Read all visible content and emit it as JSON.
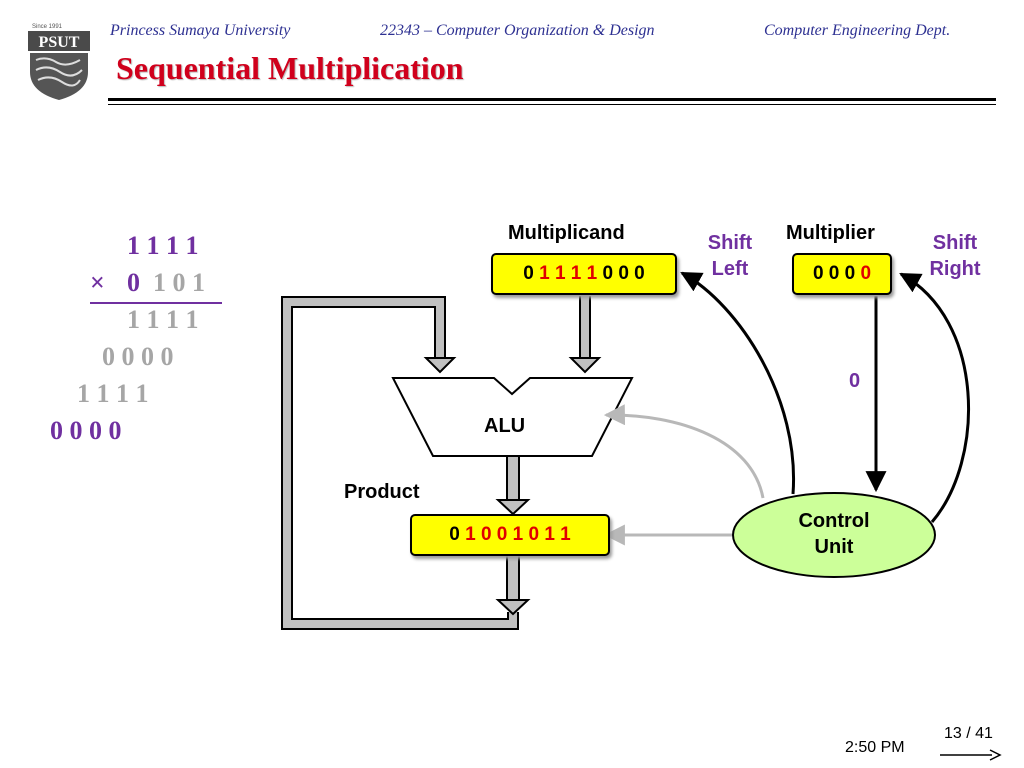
{
  "header": {
    "university": "Princess Sumaya University",
    "course": "22343 – Computer Organization & Design",
    "department": "Computer Engineering Dept.",
    "logo_text": "PSUT",
    "logo_since": "Since 1991"
  },
  "slide": {
    "title": "Sequential Multiplication"
  },
  "multiplication": {
    "multiplicand": "1 1 1 1",
    "times_sign": "×",
    "multiplier_active": "0",
    "multiplier_done": "1 0 1",
    "partial_1": "1 1 1 1",
    "partial_2": "0 0 0 0",
    "partial_3": "1 1 1 1",
    "partial_4": "0 0 0 0"
  },
  "diagram": {
    "multiplicand_label": "Multiplicand",
    "multiplicand_reg": {
      "first": "0",
      "highlight": "1 1 1 1",
      "rest": "0 0 0"
    },
    "shift_left_label": [
      "Shift",
      "Left"
    ],
    "multiplier_label": "Multiplier",
    "multiplier_reg": {
      "first": "0 0 0",
      "highlight": "0"
    },
    "shift_right_label": [
      "Shift",
      "Right"
    ],
    "alu_label": "ALU",
    "product_label": "Product",
    "product_reg": {
      "first": "0",
      "highlight": "1 0 0 1 0 1 1"
    },
    "control_label": [
      "Control",
      "Unit"
    ],
    "bit_out_label": "0"
  },
  "footer": {
    "time": "2:50 PM",
    "page": "13 / 41"
  },
  "colors": {
    "header_text": "#2e3192",
    "title": "#d0001c",
    "purple": "#7030a0",
    "register_fill": "#ffff00",
    "highlight_bit": "#e00000",
    "control_fill": "#ccff99",
    "bus": "#c0c0c0"
  }
}
